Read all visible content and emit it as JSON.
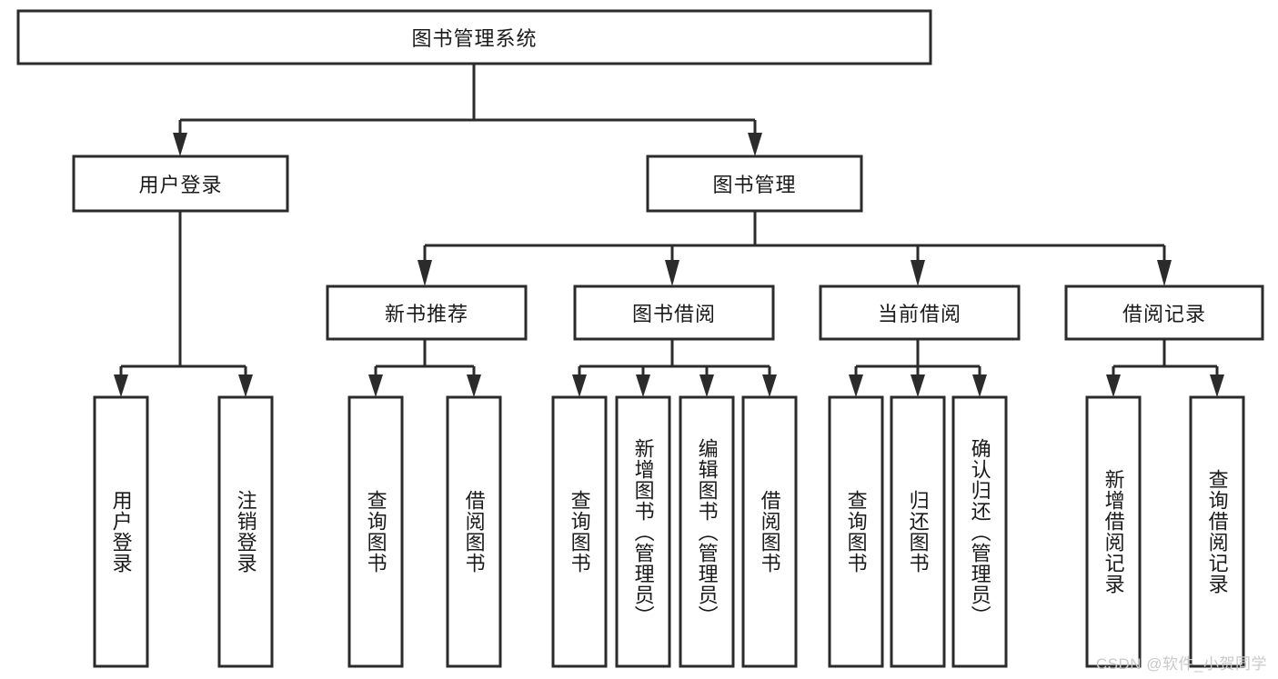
{
  "diagram": {
    "title": "图书管理系统",
    "type": "hierarchy-tree",
    "watermark": "CSDN @软件_小贺同学",
    "colors": {
      "stroke": "#2b2b2b",
      "fill": "#ffffff",
      "text": "#1a1a1a",
      "watermark": "#c9c9c9"
    },
    "root": {
      "label": "图书管理系统"
    },
    "level1": [
      {
        "label": "用户登录"
      },
      {
        "label": "图书管理"
      }
    ],
    "level2": [
      {
        "label": "新书推荐"
      },
      {
        "label": "图书借阅"
      },
      {
        "label": "当前借阅"
      },
      {
        "label": "借阅记录"
      }
    ],
    "leaves": {
      "user_login": [
        {
          "label": "用户登录"
        },
        {
          "label": "注销登录"
        }
      ],
      "new_book_recommend": [
        {
          "label": "查询图书"
        },
        {
          "label": "借阅图书"
        }
      ],
      "book_borrow": [
        {
          "label": "查询图书"
        },
        {
          "label": "新增图书（管理员）"
        },
        {
          "label": "编辑图书（管理员）"
        },
        {
          "label": "借阅图书"
        }
      ],
      "current_borrow": [
        {
          "label": "查询图书"
        },
        {
          "label": "归还图书"
        },
        {
          "label": "确认归还（管理员）"
        }
      ],
      "borrow_record": [
        {
          "label": "新增借阅记录"
        },
        {
          "label": "查询借阅记录"
        }
      ]
    }
  }
}
